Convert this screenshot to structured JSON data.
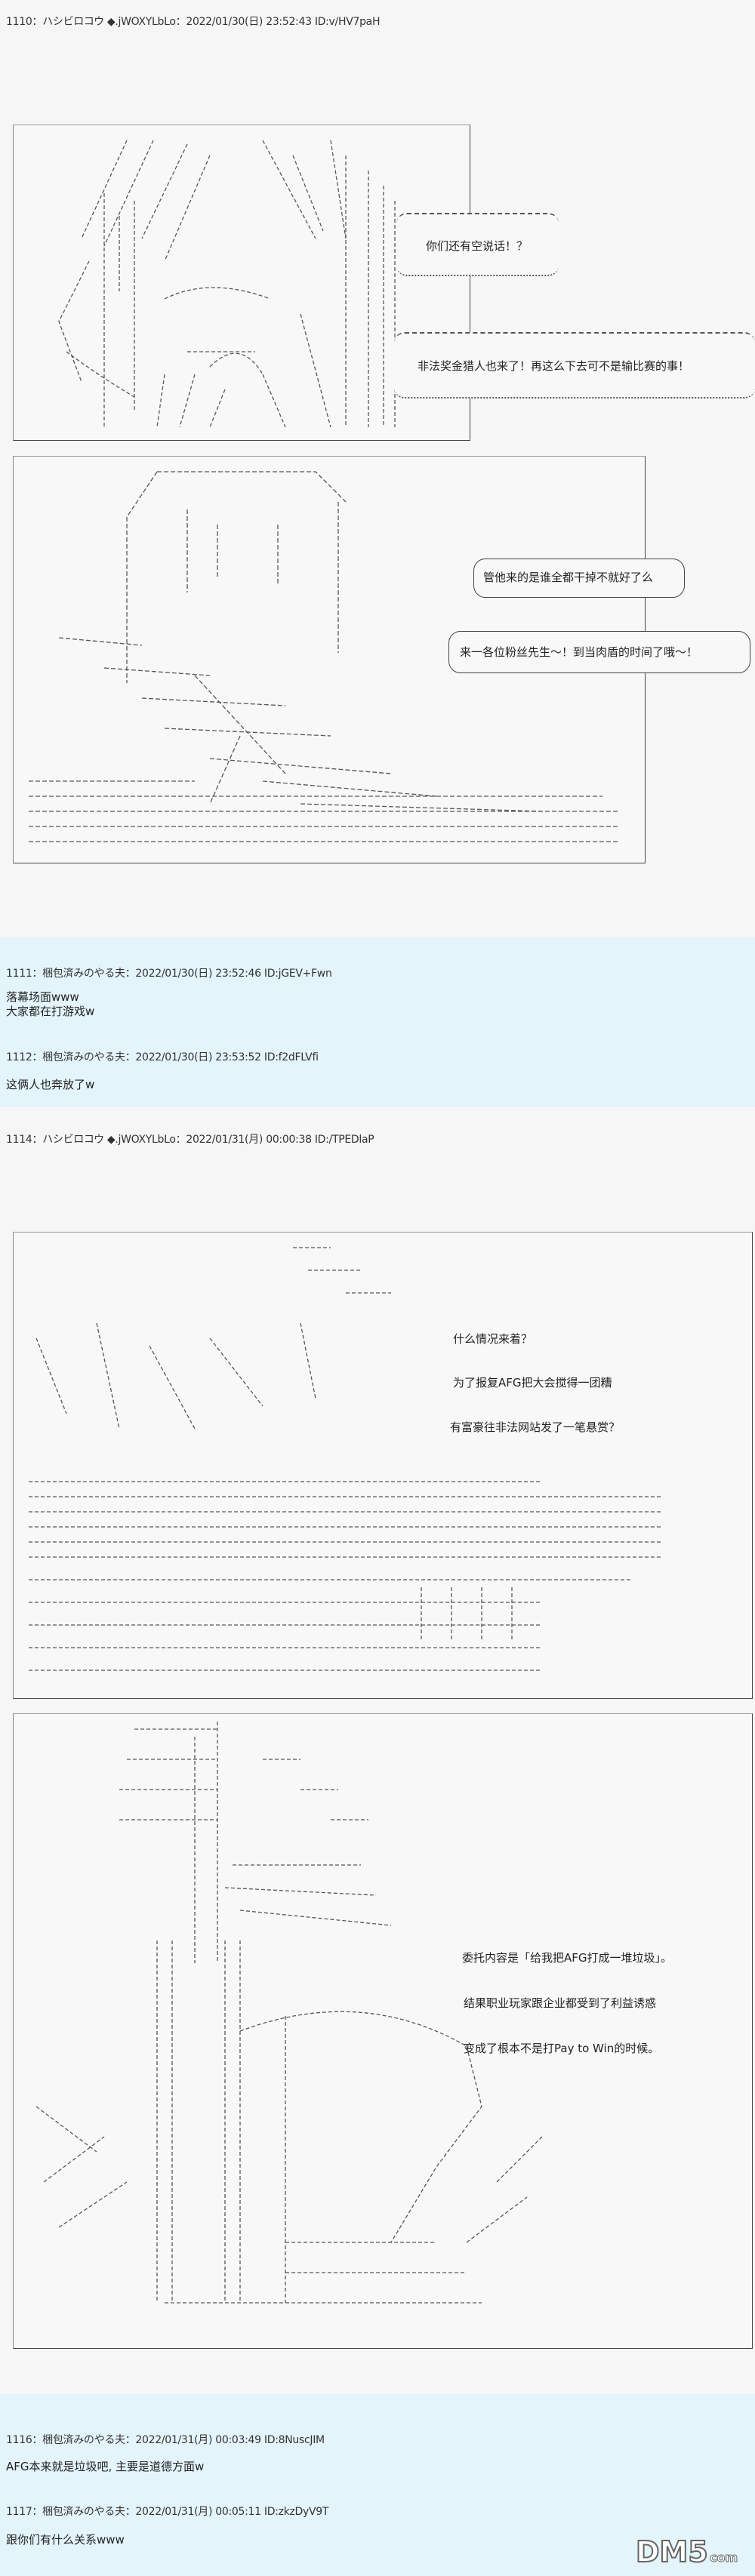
{
  "posts": [
    {
      "header": "1110：ハシビロコウ ◆.jWOXYLbLo：2022/01/30(日) 23:52:43 ID:v/HV7paH",
      "dialogue": [
        "你们还有空说话！？",
        "非法奖金猎人也来了！再这么下去可不是输比赛的事！",
        "管他来的是谁全都干掉不就好了么",
        "来一各位粉丝先生～！到当肉盾的时间了哦～！"
      ]
    },
    {
      "header": "1111：梱包済みのやる夫：2022/01/30(日) 23:52:46 ID:jGEV+Fwn",
      "lines": [
        "落幕场面www",
        "大家都在打游戏w"
      ]
    },
    {
      "header": "1112：梱包済みのやる夫：2022/01/30(日) 23:53:52 ID:f2dFLVfi",
      "lines": [
        "这俩人也奔放了w"
      ]
    },
    {
      "header": "1114：ハシビロコウ ◆.jWOXYLbLo：2022/01/31(月) 00:00:38 ID:/TPEDlaP",
      "dialogue": [
        "什么情况来着？",
        "为了报复AFG把大会搅得一团糟",
        "有富豪往非法网站发了一笔悬赏？",
        "委托内容是「给我把AFG打成一堆垃圾」。",
        "结果职业玩家跟企业都受到了利益诱惑",
        "变成了根本不是打Pay to Win的时候。"
      ]
    },
    {
      "header": "1116：梱包済みのやる夫：2022/01/31(月) 00:03:49 ID:8NuscJIM",
      "lines": [
        "AFG本来就是垃圾吧, 主要是道德方面w"
      ]
    },
    {
      "header": "1117：梱包済みのやる夫：2022/01/31(月) 00:05:11 ID:zkzDyV9T",
      "lines": [
        "跟你们有什么关系www"
      ]
    }
  ],
  "watermark": "DM5.com",
  "colors": {
    "gray_bg": "#f6f6f6",
    "blue_bg": "#e3f4fb",
    "border": "#444444"
  }
}
